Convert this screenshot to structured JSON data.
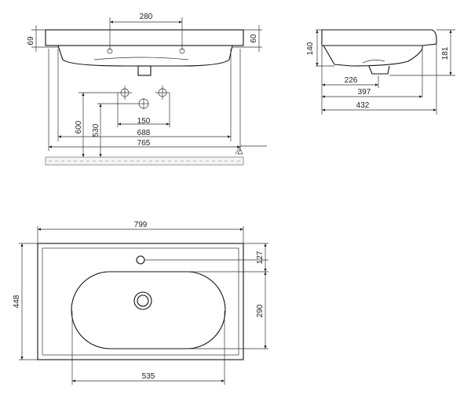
{
  "front_view": {
    "dim_top": "280",
    "dim_left": "69",
    "dim_right": "60",
    "dim_faucet_spacing": "150",
    "dim_height_600": "600",
    "dim_height_530": "530",
    "dim_width_688": "688",
    "dim_width_765": "765"
  },
  "side_view": {
    "dim_140": "140",
    "dim_181": "181",
    "dim_226": "226",
    "dim_397": "397",
    "dim_432": "432"
  },
  "top_view": {
    "dim_799": "799",
    "dim_448": "448",
    "dim_127": "127",
    "dim_290": "290",
    "dim_535": "535"
  }
}
